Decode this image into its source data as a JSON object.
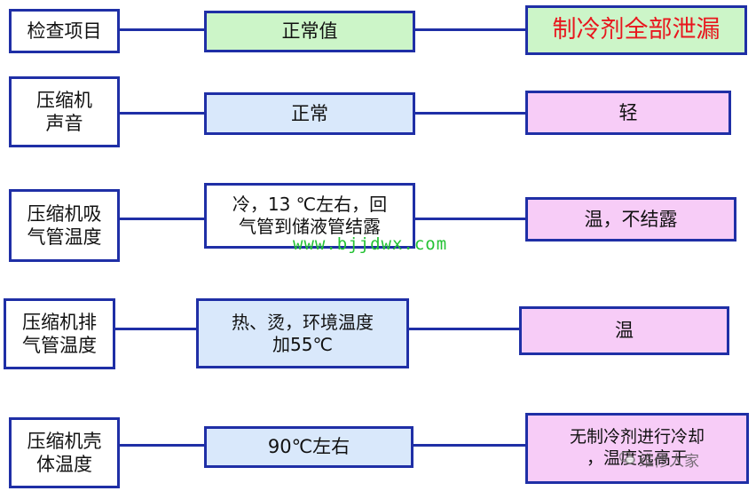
{
  "header": {
    "item": "检查项目",
    "normal": "正常值",
    "fault": "制冷剂全部泄漏"
  },
  "rows": [
    {
      "item": "压缩机\n声音",
      "normal": "正常",
      "fault": "轻"
    },
    {
      "item": "压缩机吸\n气管温度",
      "normal": "冷，13 ℃左右，回\n气管到储液管结露",
      "fault": "温，不结露"
    },
    {
      "item": "压缩机排\n气管温度",
      "normal": "热、烫，环境温度\n加55℃",
      "fault": "温"
    },
    {
      "item": "压缩机壳\n体温度",
      "normal": "90℃左右",
      "fault": "无制冷剂进行冷却\n，温度远高于"
    }
  ],
  "watermark": "www.bjjdwx.com",
  "watermark2": {
    "icon": "wechat-icon",
    "text": "维修人家"
  },
  "colors": {
    "border": "#1f2fa6",
    "green": "#ccf5c8",
    "blue": "#d9e8fb",
    "pink": "#f7ccf7",
    "red": "#e8171e"
  }
}
